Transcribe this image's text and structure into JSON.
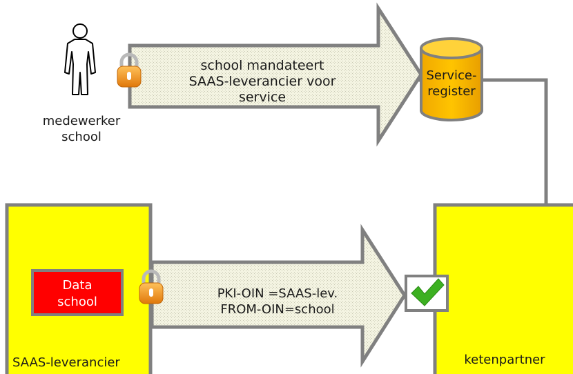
{
  "actor": {
    "label_line1": "medewerker",
    "label_line2": "school",
    "icon": "person-icon"
  },
  "top_arrow": {
    "line1": "school mandateert",
    "line2": "SAAS-leverancier voor",
    "line3": "service",
    "lock_icon": "padlock-icon"
  },
  "service_register": {
    "line1": "Service-",
    "line2": "register",
    "icon": "database-cylinder-icon",
    "color": "#f5b800"
  },
  "saas_box": {
    "label": "SAAS-leverancier",
    "color": "#ffff00"
  },
  "data_school": {
    "line1": "Data",
    "line2": "school",
    "color": "#ff0000"
  },
  "bottom_arrow": {
    "line1": "PKI-OIN =SAAS-lev.",
    "line2": "FROM-OIN=school",
    "lock_icon": "padlock-icon"
  },
  "keten_box": {
    "label": "ketenpartner",
    "color": "#ffff00",
    "check_icon": "checkmark-icon",
    "check_color": "#3cb021"
  }
}
